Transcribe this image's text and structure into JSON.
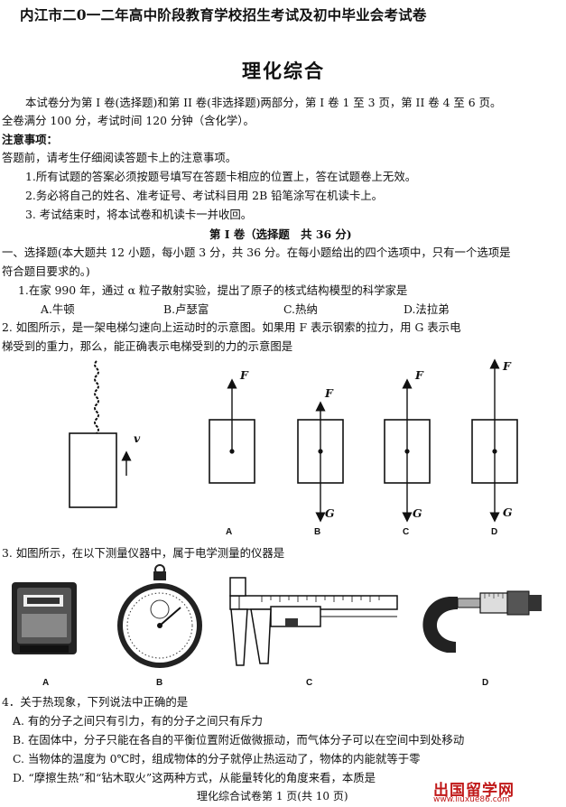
{
  "header": "内江市二0一二年高中阶段教育学校招生考试及初中毕业会考试卷",
  "title": "理化综合",
  "intro": [
    "本试卷分为第 I 卷(选择题)和第 II 卷(非选择题)两部分，第 I 卷 1 至 3 页，第 II 卷 4 至 6 页。",
    "全卷满分 100 分，考试时间 120 分钟（含化学）。"
  ],
  "notice_heading": "注意事项：",
  "notice_lines": [
    "答题前，请考生仔细阅读答题卡上的注意事项。",
    "1.所有试题的答案必须按题号填写在答题卡相应的位置上，答在试题卷上无效。",
    "2.务必将自己的姓名、准考证号、考试科目用 2B 铅笔涂写在机读卡上。",
    "3. 考试结束时，将本试卷和机读卡一并收回。"
  ],
  "part1_heading": "第 I 卷（选择题　共 36 分)",
  "section_heading": [
    "一、选择题(本大题共 12 小题，每小题 3 分，共 36 分。在每小题给出的四个选项中，只有一个选项是",
    "符合题目要求的。)"
  ],
  "q1": {
    "text": "1.在家 990 年，通过 α 粒子散射实验，提出了原子的核式结构模型的科学家是",
    "options": [
      "A.牛顿",
      "B.卢瑟富",
      "C.热纳",
      "D.法拉弟"
    ]
  },
  "q2": {
    "text": [
      "2.  如图所示，是一架电梯匀速向上运动时的示意图。如果用 F 表示钢索的拉力，用 G 表示电",
      "梯受到的重力，那么，能正确表示电梯受到的力的示意图是"
    ],
    "figure_labels": {
      "F": "F",
      "G": "G",
      "v": "v"
    },
    "options": [
      "A",
      "B",
      "C",
      "D"
    ]
  },
  "q3": {
    "text": "3.  如图所示，在以下测量仪器中，属于电学测量的仪器是",
    "options": [
      "A",
      "B",
      "C",
      "D"
    ]
  },
  "q4": {
    "text": "4．关于热现象，下列说法中正确的是",
    "options": [
      "A.  有的分子之间只有引力，有的分子之间只有斥力",
      "B.  在固体中，分子只能在各自的平衡位置附近做微振动，而气体分子可以在空间中到处移动",
      "C.  当物体的温度为 0℃时，组成物体的分子就停止热运动了，物体的内能就等于零",
      "D.  “摩擦生热”和“钻木取火”这两种方式，从能量转化的角度来看，本质是"
    ]
  },
  "footer": "理化综合试卷第 1 页(共 10 页)",
  "watermark": {
    "line1": "出国留学网",
    "line2": "www.liuxue86.com"
  }
}
